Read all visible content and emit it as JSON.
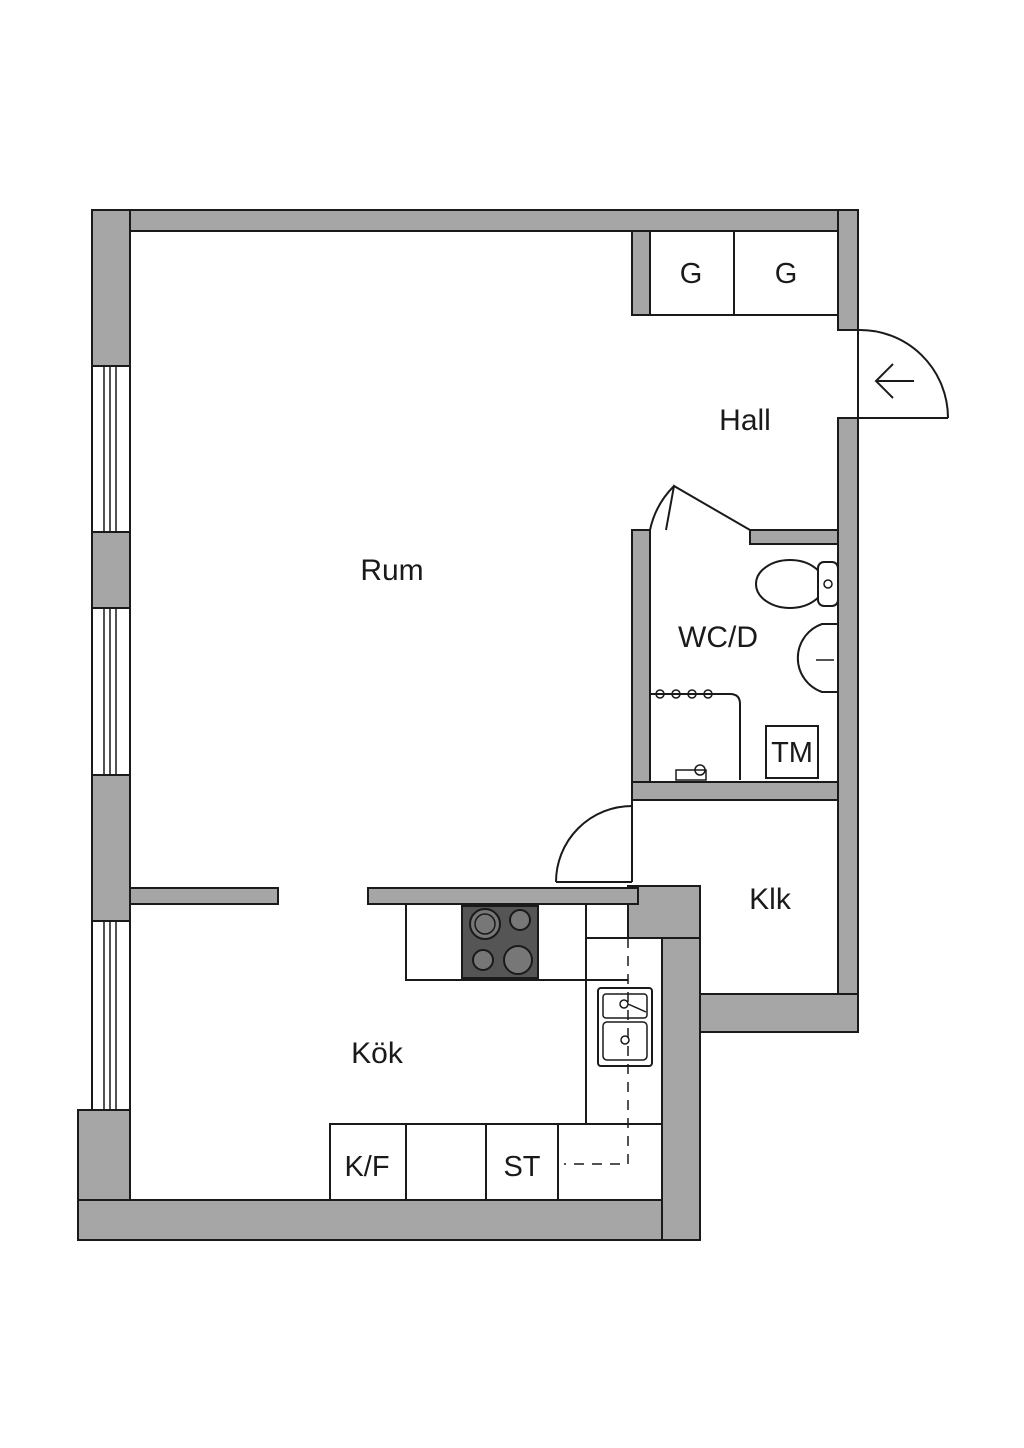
{
  "rooms": {
    "rum": "Rum",
    "hall": "Hall",
    "wc": "WC/D",
    "klk": "Klk",
    "kok": "Kök"
  },
  "fixtures": {
    "wardrobe_1": "G",
    "wardrobe_2": "G",
    "washing_machine": "TM",
    "fridge_freezer": "K/F",
    "wardrobe_kitchen": "ST"
  },
  "colors": {
    "wall": "#a6a6a6",
    "line": "#1a1a1a",
    "stove": "#555555",
    "background": "#ffffff"
  },
  "icons": {
    "entrance": "arrow-left-icon"
  }
}
